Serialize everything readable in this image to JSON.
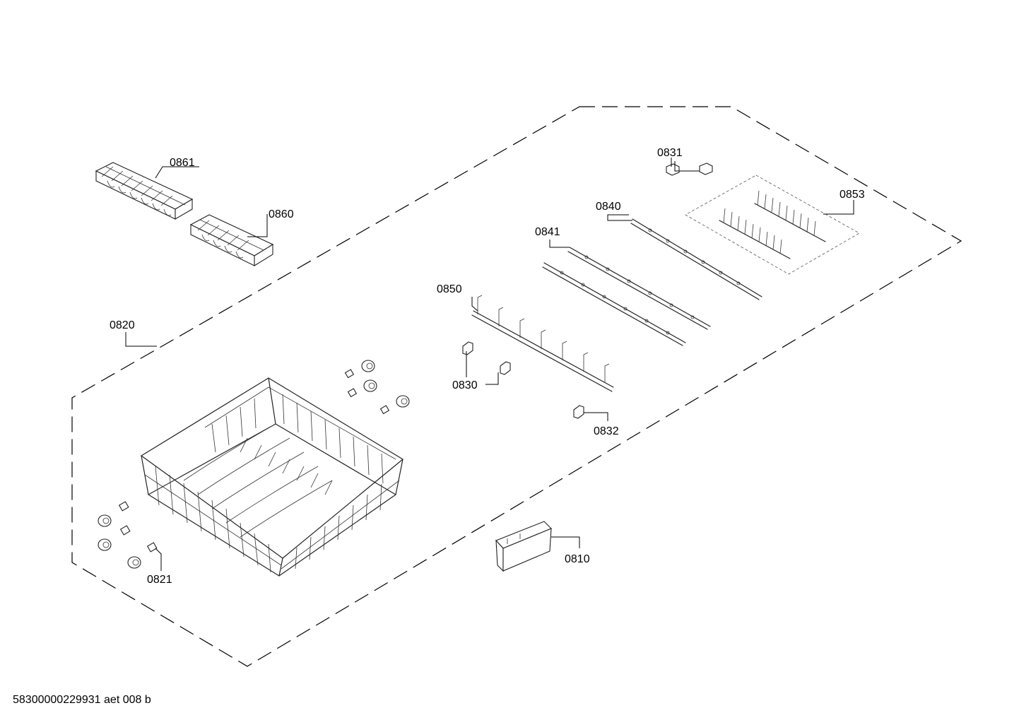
{
  "callouts": {
    "c0861": "0861",
    "c0860": "0860",
    "c0820": "0820",
    "c0831": "0831",
    "c0853": "0853",
    "c0840": "0840",
    "c0841": "0841",
    "c0850": "0850",
    "c0830": "0830",
    "c0832": "0832",
    "c0821": "0821",
    "c0810": "0810"
  },
  "footer": {
    "document_id": "58300000229931 aet 008 b"
  }
}
